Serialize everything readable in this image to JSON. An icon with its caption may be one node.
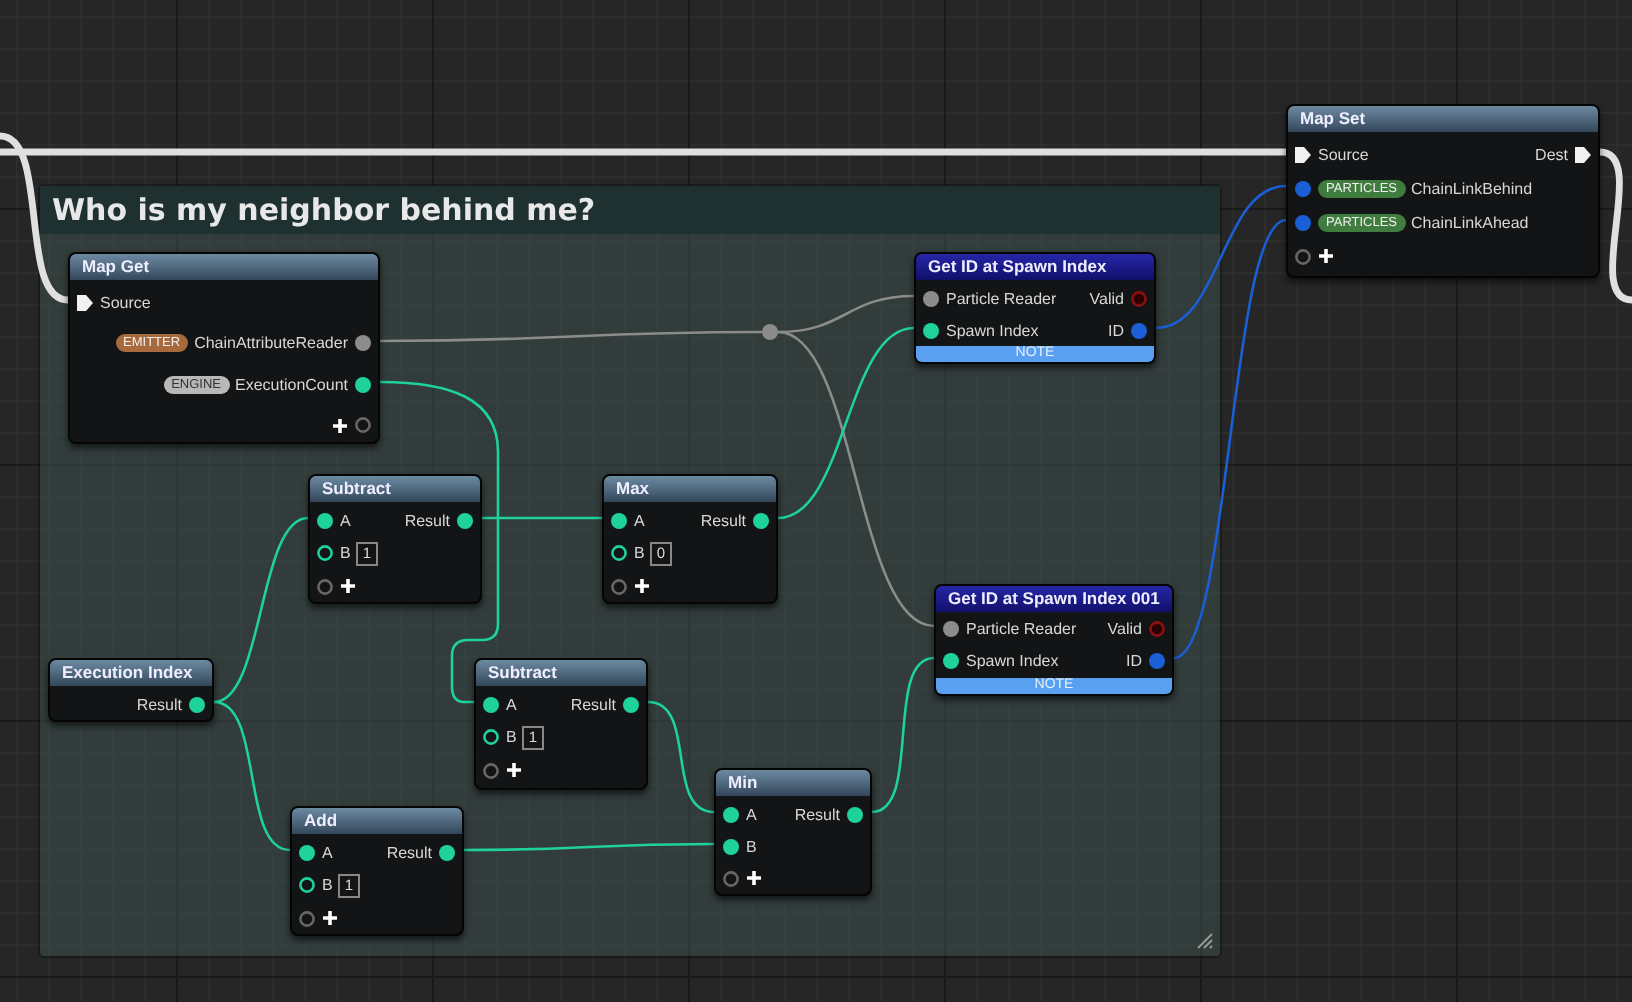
{
  "diagram": {
    "nodes": [
      {
        "text": [
          "Who is my neighbor behind me?"
        ]
      },
      {
        "text": [
          "Map Get",
          "Source",
          "EMITTER",
          "ChainAttributeReader",
          "ENGINE",
          "ExecutionCount"
        ],
        "in": 0
      },
      {
        "text": [
          "Get ID at Spawn Index",
          "Particle Reader",
          "Valid",
          "Spawn Index",
          "ID",
          "NOTE"
        ],
        "in": 0
      },
      {
        "text": [
          "Subtract",
          "A",
          "Result",
          "B",
          "1"
        ],
        "in": 0
      },
      {
        "text": [
          "Max",
          "A",
          "Result",
          "B",
          "0"
        ],
        "in": 0
      },
      {
        "text": [
          "Execution Index",
          "Result"
        ],
        "in": 0
      },
      {
        "text": [
          "Subtract",
          "A",
          "Result",
          "B",
          "1"
        ],
        "in": 0
      },
      {
        "text": [
          "Get ID at Spawn Index 001",
          "Particle Reader",
          "Valid",
          "Spawn Index",
          "ID",
          "NOTE"
        ],
        "in": 0
      },
      {
        "text": [
          "Add",
          "A",
          "Result",
          "B",
          "1"
        ],
        "in": 0
      },
      {
        "text": [
          "Min",
          "A",
          "Result",
          "B"
        ],
        "in": 0
      },
      {
        "text": [
          "Map Set",
          "Source",
          "Dest",
          "PARTICLES",
          "ChainLinkBehind",
          "PARTICLES",
          "ChainLinkAhead"
        ]
      },
      {
        "text": [],
        "shape": "circle",
        "in": 0
      }
    ],
    "edges": [
      {
        "from": null,
        "to": 1,
        "arrow": "none",
        "style": "thick",
        "color": "#e0e0e0"
      },
      {
        "from": null,
        "to": 10,
        "arrow": "none",
        "style": "thick",
        "color": "#e0e0e0"
      },
      {
        "from": 10,
        "to": null,
        "arrow": "none",
        "style": "thick",
        "color": "#e0e0e0"
      },
      {
        "from": 1,
        "to": 11,
        "arrow": "none",
        "color": "#8c8c8c"
      },
      {
        "from": 11,
        "to": 2,
        "arrow": "none",
        "color": "#8c8c8c"
      },
      {
        "from": 11,
        "to": 7,
        "arrow": "none",
        "color": "#8c8c8c"
      },
      {
        "from": 1,
        "to": 6,
        "arrow": "none"
      },
      {
        "from": 5,
        "to": 3,
        "arrow": "none"
      },
      {
        "from": 5,
        "to": 8,
        "arrow": "none"
      },
      {
        "from": 3,
        "to": 4,
        "arrow": "none"
      },
      {
        "from": 4,
        "to": 2,
        "arrow": "none"
      },
      {
        "from": 6,
        "to": 9,
        "arrow": "none"
      },
      {
        "from": 8,
        "to": 9,
        "arrow": "none"
      },
      {
        "from": 9,
        "to": 7,
        "arrow": "none"
      },
      {
        "from": 2,
        "to": 10,
        "arrow": "none",
        "color": "#1a5fd6"
      },
      {
        "from": 7,
        "to": 10,
        "arrow": "none",
        "color": "#1a5fd6"
      }
    ]
  }
}
